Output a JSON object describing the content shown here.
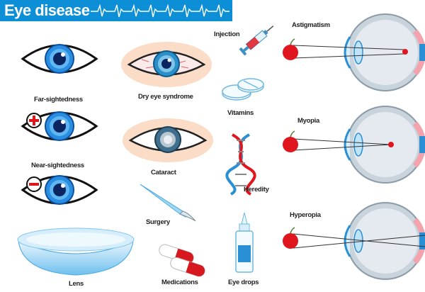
{
  "header": {
    "title": "Eye disease"
  },
  "labels": {
    "far_sightedness": "Far-sightedness",
    "near_sightedness": "Near-sightedness",
    "lens": "Lens",
    "dry_eye": "Dry eye syndrome",
    "cataract": "Cataract",
    "surgery": "Surgery",
    "medications": "Medications",
    "injection": "Injection",
    "vitamins": "Vitamins",
    "heredity": "Heredity",
    "eye_drops": "Eye drops",
    "astigmatism": "Astigmatism",
    "myopia": "Myopia",
    "hyperopia": "Hyperopia"
  },
  "colors": {
    "title_bar": "#0c8fd6",
    "iris": "#2a8ee0",
    "pupil": "#0a2560",
    "apple": "#e0161e",
    "eyeball": "#c9d3dc",
    "retina_pink": "#f4a3ad"
  },
  "icons": [
    "heartbeat-line-icon",
    "plus-sign-icon",
    "minus-sign-icon"
  ]
}
